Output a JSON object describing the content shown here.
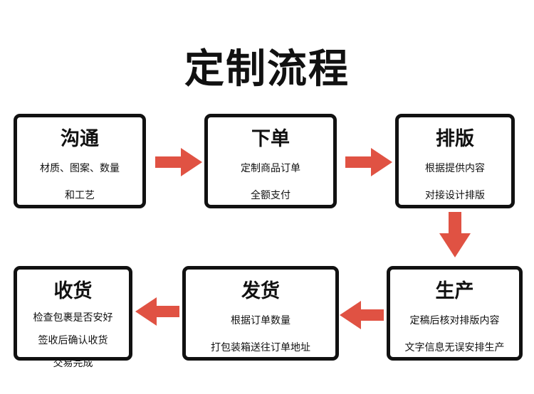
{
  "title": "定制流程",
  "arrow_color": "#e05243",
  "border_color": "#111111",
  "steps": [
    {
      "name": "沟通",
      "desc": [
        "材质、图案、数量",
        "和工艺"
      ]
    },
    {
      "name": "下单",
      "desc": [
        "定制商品订单",
        "全额支付"
      ]
    },
    {
      "name": "排版",
      "desc": [
        "根据提供内容",
        "对接设计排版"
      ]
    },
    {
      "name": "生产",
      "desc": [
        "定稿后核对排版内容",
        "文字信息无误安排生产"
      ]
    },
    {
      "name": "发货",
      "desc": [
        "根据订单数量",
        "打包装箱送往订单地址"
      ]
    },
    {
      "name": "收货",
      "desc": [
        "检查包裹是否安好",
        "签收后确认收货",
        "交易完成"
      ]
    }
  ]
}
